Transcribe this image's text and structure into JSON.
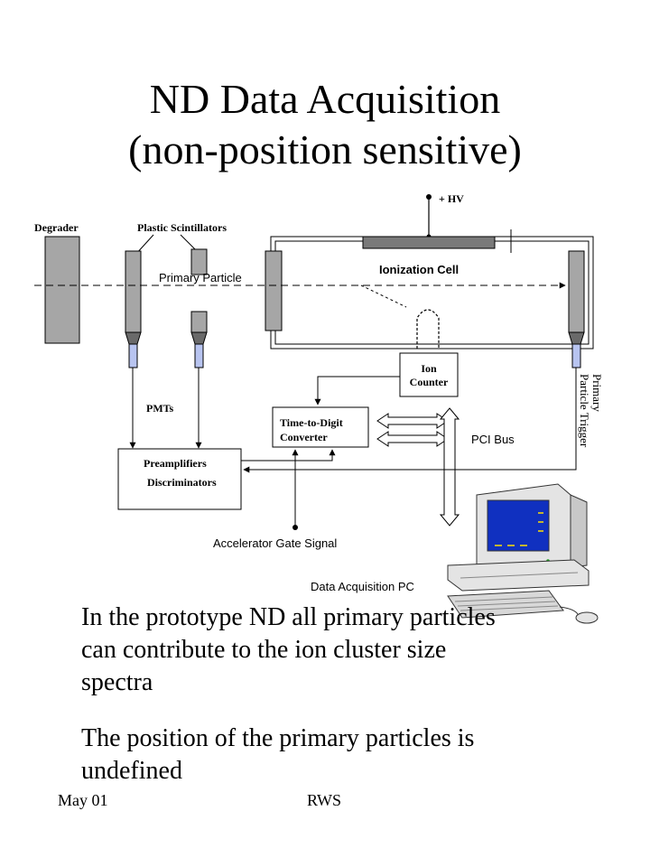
{
  "slide": {
    "title_line1": "ND Data Acquisition",
    "title_line2": "(non-position sensitive)",
    "bullets": [
      "In the prototype ND all primary particles can contribute to the ion cluster size spectra",
      "The position of the primary particles is undefined"
    ],
    "footer_left": "May 01",
    "footer_center": "RWS"
  },
  "diagram": {
    "hv": "+ HV",
    "degrader": "Degrader",
    "plastic_scintillators": "Plastic Scintillators",
    "primary_particle": "Primary Particle",
    "ionization_cell": "Ionization Cell",
    "ion_counter_line1": "Ion",
    "ion_counter_line2": "Counter",
    "pmts": "PMTs",
    "tdc_line1": "Time-to-Digit",
    "tdc_line2": "Converter",
    "pci_bus": "PCI Bus",
    "preamp_line1": "Preamplifiers",
    "preamp_line2": "Discriminators",
    "trigger_line1": "Primary",
    "trigger_line2": "Particle Trigger",
    "accelerator_gate": "Accelerator Gate Signal",
    "daq_pc": "Data Acquisition PC"
  },
  "colors": {
    "component_fill": "#a6a6a6",
    "tube_fill": "#c8c8c8",
    "pmt_window": "#b8c4f0",
    "screen": "#1030c0",
    "computer_body": "#e4e4e4"
  }
}
